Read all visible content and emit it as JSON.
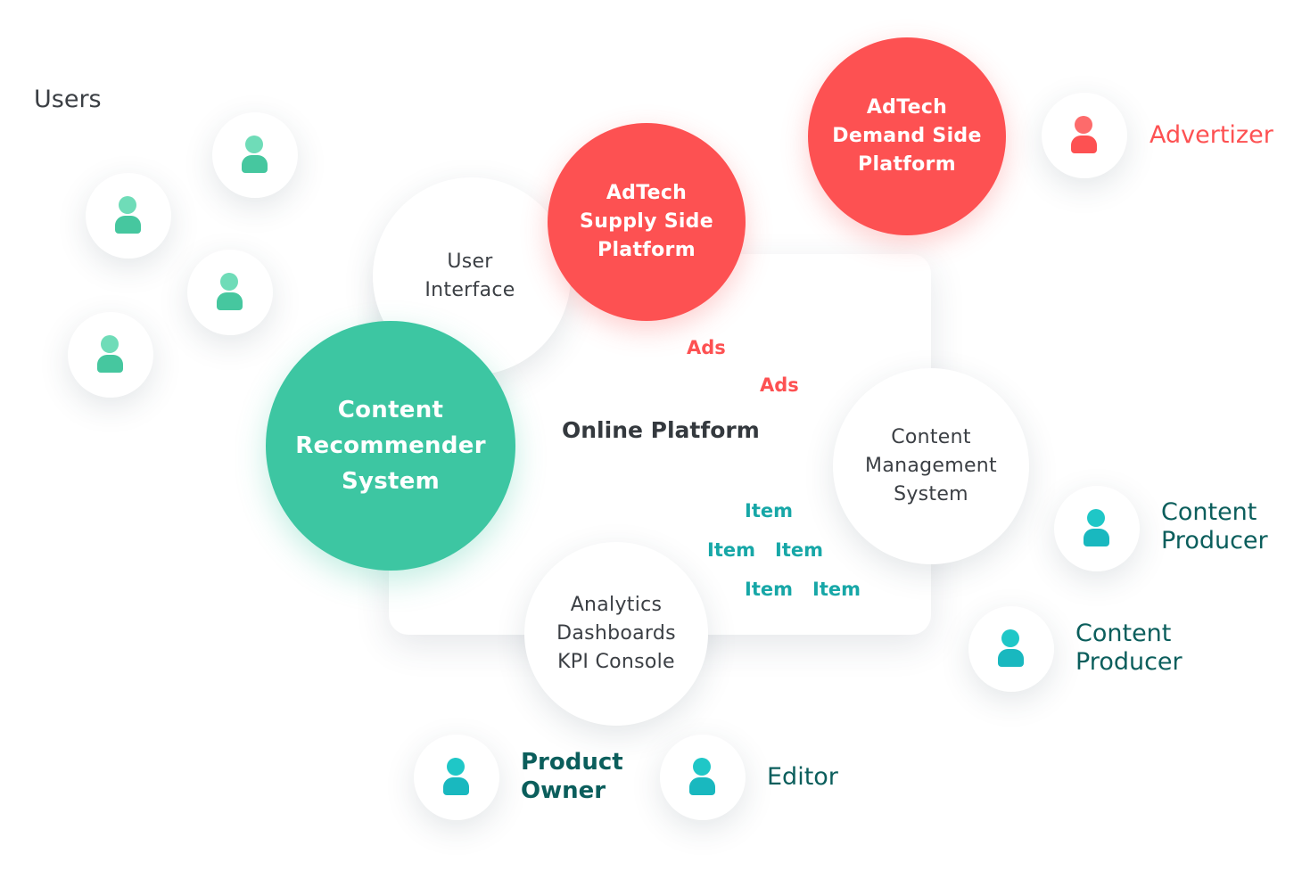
{
  "colors": {
    "red": "#fd5152",
    "green": "#3dc6a2",
    "teal": "#17a7a7",
    "teal_dark": "#0b5e5c",
    "text_dark": "#3b3f44",
    "user_icon": "#56d0ab",
    "actor_icon": "#19bfc5",
    "advertiser_icon": "#fd5152"
  },
  "users_label": "Users",
  "platform": {
    "title": "Online Platform"
  },
  "nodes": {
    "user_interface": [
      "User",
      "Interface"
    ],
    "ssp": [
      "AdTech",
      "Supply Side",
      "Platform"
    ],
    "dsp": [
      "AdTech",
      "Demand Side",
      "Platform"
    ],
    "crs": [
      "Content",
      "Recommender",
      "System"
    ],
    "cms": [
      "Content",
      "Management",
      "System"
    ],
    "analytics": [
      "Analytics",
      "Dashboards",
      "KPI Console"
    ]
  },
  "flow": {
    "ads": [
      "Ads",
      "Ads"
    ],
    "items": [
      "Item",
      "Item",
      "Item",
      "Item",
      "Item"
    ]
  },
  "actors": {
    "advertizer": "Advertizer",
    "content_producer_1": [
      "Content",
      "Producer"
    ],
    "content_producer_2": [
      "Content",
      "Producer"
    ],
    "product_owner": [
      "Product",
      "Owner"
    ],
    "editor": "Editor"
  },
  "icons": {
    "user": "user-icon",
    "advertiser": "advertiser-icon",
    "producer": "content-producer-icon",
    "product_owner": "product-owner-icon",
    "editor": "editor-icon"
  }
}
